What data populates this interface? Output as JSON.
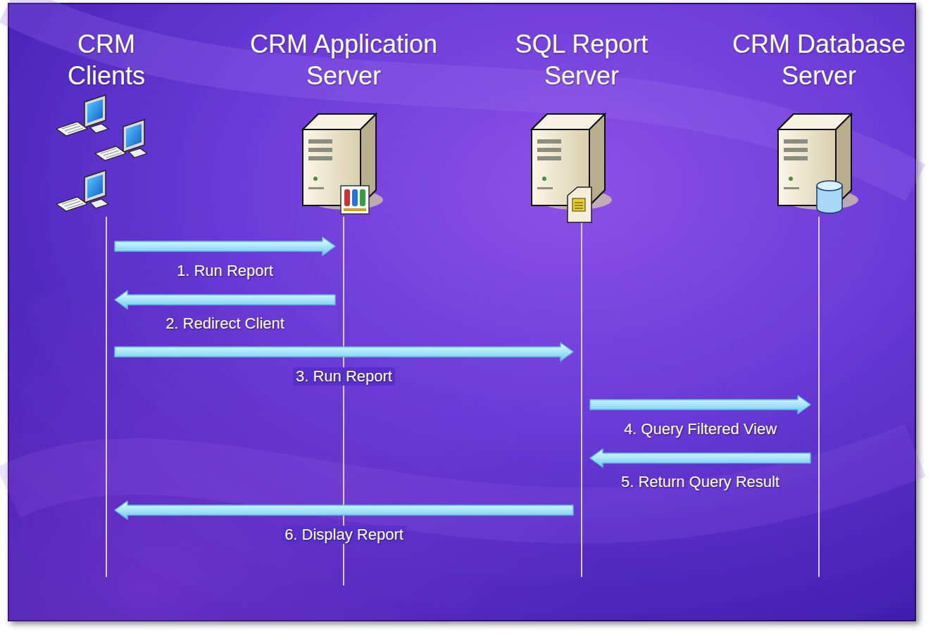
{
  "diagram": {
    "nodes": [
      {
        "text": [
          "CRM Clients"
        ]
      },
      {
        "text": [
          "CRM Application Server"
        ]
      },
      {
        "text": [
          "SQL Report Server"
        ]
      },
      {
        "text": [
          "CRM Database Server"
        ]
      }
    ],
    "edges": [
      {
        "from": 0,
        "to": 1,
        "label": "1. Run Report",
        "arrow": "to"
      },
      {
        "from": 1,
        "to": 0,
        "label": "2. Redirect Client",
        "arrow": "to"
      },
      {
        "from": 0,
        "to": 2,
        "label": "3. Run Report",
        "arrow": "to"
      },
      {
        "from": 2,
        "to": 3,
        "label": "4. Query Filtered View",
        "arrow": "to"
      },
      {
        "from": 3,
        "to": 2,
        "label": "5. Return Query Result",
        "arrow": "to"
      },
      {
        "from": 2,
        "to": 0,
        "label": "6. Display Report",
        "arrow": "to"
      }
    ]
  }
}
